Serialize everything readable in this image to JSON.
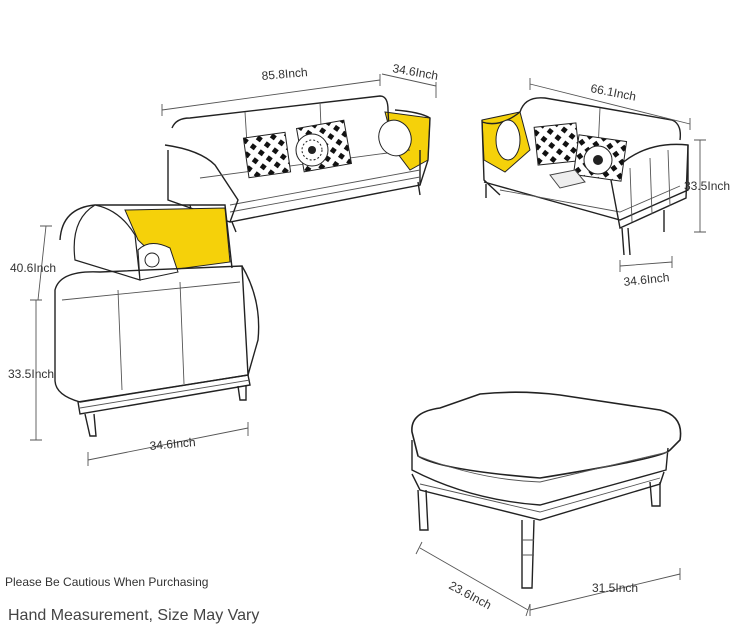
{
  "dimensions": {
    "sofa_length": "85.8Inch",
    "sofa_depth": "34.6Inch",
    "loveseat_length": "66.1Inch",
    "loveseat_height": "33.5Inch",
    "loveseat_depth": "34.6Inch",
    "chair_back_height": "40.6Inch",
    "chair_height": "33.5Inch",
    "chair_width": "34.6Inch",
    "ottoman_depth": "23.6Inch",
    "ottoman_width": "31.5Inch"
  },
  "notes": {
    "caution": "Please Be Cautious When Purchasing",
    "measurement": "Hand Measurement, Size May Vary"
  },
  "colors": {
    "accent_yellow": "#f5d10a",
    "line": "#222222",
    "background": "#ffffff"
  }
}
